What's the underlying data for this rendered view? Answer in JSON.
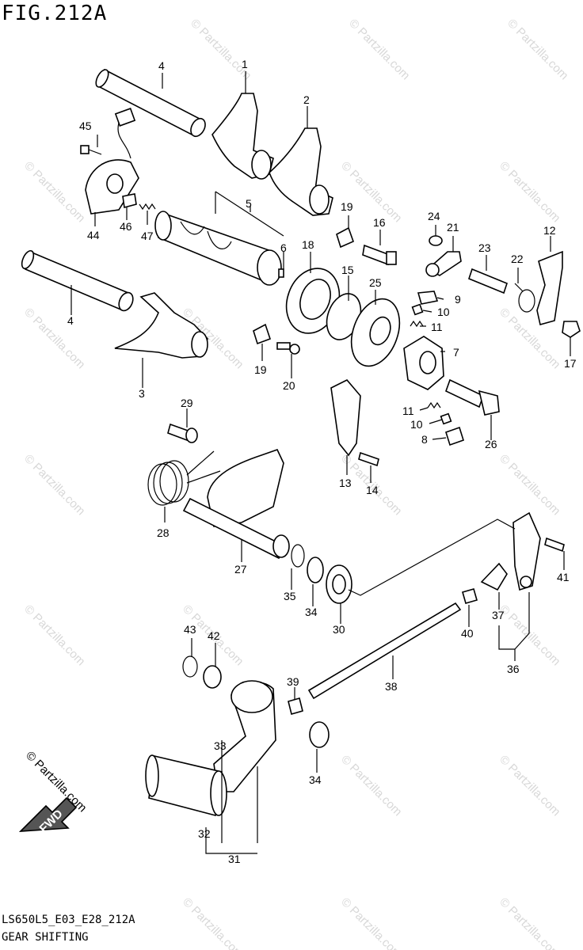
{
  "header": {
    "figure_title": "FIG.212A"
  },
  "footer": {
    "model_code": "LS650L5_E03_E28_212A",
    "section_name": "GEAR SHIFTING"
  },
  "watermark": {
    "text": "© Partzilla.com",
    "color": "#d8d8d8"
  },
  "fwd_badge": {
    "label": "FWD",
    "brand": "© Partzilla.com"
  },
  "callouts": [
    {
      "id": "1",
      "label": "1"
    },
    {
      "id": "2",
      "label": "2"
    },
    {
      "id": "3",
      "label": "3"
    },
    {
      "id": "4a",
      "label": "4"
    },
    {
      "id": "4b",
      "label": "4"
    },
    {
      "id": "5",
      "label": "5"
    },
    {
      "id": "6",
      "label": "6"
    },
    {
      "id": "7",
      "label": "7"
    },
    {
      "id": "8",
      "label": "8"
    },
    {
      "id": "9",
      "label": "9"
    },
    {
      "id": "10a",
      "label": "10"
    },
    {
      "id": "10b",
      "label": "10"
    },
    {
      "id": "11a",
      "label": "11"
    },
    {
      "id": "11b",
      "label": "11"
    },
    {
      "id": "12",
      "label": "12"
    },
    {
      "id": "13",
      "label": "13"
    },
    {
      "id": "14",
      "label": "14"
    },
    {
      "id": "15",
      "label": "15"
    },
    {
      "id": "16",
      "label": "16"
    },
    {
      "id": "17",
      "label": "17"
    },
    {
      "id": "18",
      "label": "18"
    },
    {
      "id": "19a",
      "label": "19"
    },
    {
      "id": "19b",
      "label": "19"
    },
    {
      "id": "20",
      "label": "20"
    },
    {
      "id": "21",
      "label": "21"
    },
    {
      "id": "22",
      "label": "22"
    },
    {
      "id": "23",
      "label": "23"
    },
    {
      "id": "24",
      "label": "24"
    },
    {
      "id": "25",
      "label": "25"
    },
    {
      "id": "26",
      "label": "26"
    },
    {
      "id": "27",
      "label": "27"
    },
    {
      "id": "28",
      "label": "28"
    },
    {
      "id": "29",
      "label": "29"
    },
    {
      "id": "30",
      "label": "30"
    },
    {
      "id": "31",
      "label": "31"
    },
    {
      "id": "32",
      "label": "32"
    },
    {
      "id": "33",
      "label": "33"
    },
    {
      "id": "34a",
      "label": "34"
    },
    {
      "id": "34b",
      "label": "34"
    },
    {
      "id": "35",
      "label": "35"
    },
    {
      "id": "36",
      "label": "36"
    },
    {
      "id": "37",
      "label": "37"
    },
    {
      "id": "38",
      "label": "38"
    },
    {
      "id": "39",
      "label": "39"
    },
    {
      "id": "40",
      "label": "40"
    },
    {
      "id": "41",
      "label": "41"
    },
    {
      "id": "42",
      "label": "42"
    },
    {
      "id": "43",
      "label": "43"
    },
    {
      "id": "44",
      "label": "44"
    },
    {
      "id": "45",
      "label": "45"
    },
    {
      "id": "46",
      "label": "46"
    },
    {
      "id": "47",
      "label": "47"
    }
  ]
}
